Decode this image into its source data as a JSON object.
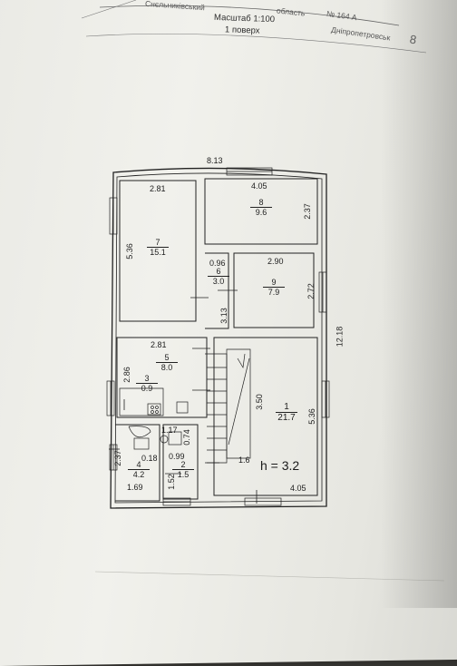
{
  "header": {
    "region_top": "Снєльниківський",
    "oblast": "область",
    "number": "№ 164 А",
    "city": "Дніпропетровськ",
    "corner_mark": "8",
    "scale": "Масштаб 1:100",
    "floor": "1 поверх"
  },
  "plan": {
    "dims": {
      "total_width": "8.13",
      "total_length": "12.18",
      "d_281_top": "2.81",
      "d_405_top": "4.05",
      "d_237_right": "2.37",
      "d_536_left": "5.36",
      "d_096": "0.96",
      "d_290": "2.90",
      "d_272": "2.72",
      "d_313": "3.13",
      "d_281_mid": "2.81",
      "d_286": "2.86",
      "d_350": "3.50",
      "d_536_right": "5.36",
      "d_117": "1.17",
      "d_074": "0.74",
      "d_018": "0.18",
      "d_099": "0.99",
      "d_237_left": "2.37",
      "d_169": "1.69",
      "d_152": "1.52",
      "d_16": "1.6",
      "d_405_bottom": "4.05"
    },
    "height": "h = 3.2",
    "rooms": [
      {
        "num": "7",
        "area": "15.1"
      },
      {
        "num": "8",
        "area": "9.6"
      },
      {
        "num": "6",
        "area": "3.0"
      },
      {
        "num": "9",
        "area": "7.9"
      },
      {
        "num": "5",
        "area": "8.0"
      },
      {
        "num": "3",
        "area": "0.9"
      },
      {
        "num": "1",
        "area": "21.7"
      },
      {
        "num": "4",
        "area": "4.2"
      },
      {
        "num": "2",
        "area": "1.5"
      }
    ]
  }
}
